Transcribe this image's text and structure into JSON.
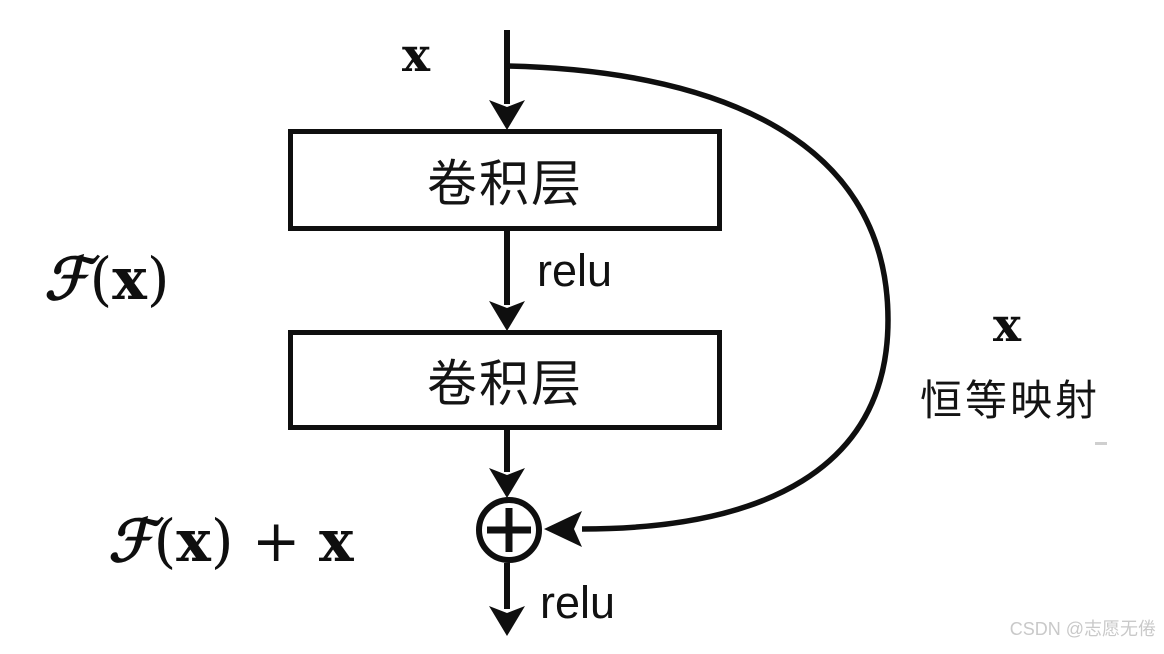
{
  "colors": {
    "ink": "#0f0f0f",
    "background": "#ffffff",
    "watermark": "#c9c9c9"
  },
  "diagram": {
    "input_label": "x",
    "boxes": [
      {
        "label": "卷积层"
      },
      {
        "label": "卷积层"
      }
    ],
    "relu_between_label": "relu",
    "relu_output_label": "relu",
    "residual_fn": {
      "script_f": "ℱ",
      "open_paren": "(",
      "arg": "x",
      "close_paren": ")"
    },
    "output_expr": {
      "script_f": "ℱ",
      "open_paren": "(",
      "arg": "x",
      "close_paren": ")",
      "plus": " + ",
      "identity": "x"
    },
    "skip_connection": {
      "x_label": "x",
      "identity_label": "恒等映射"
    },
    "sum_symbol": "+"
  },
  "watermark": {
    "text": "CSDN @志愿无倦"
  }
}
